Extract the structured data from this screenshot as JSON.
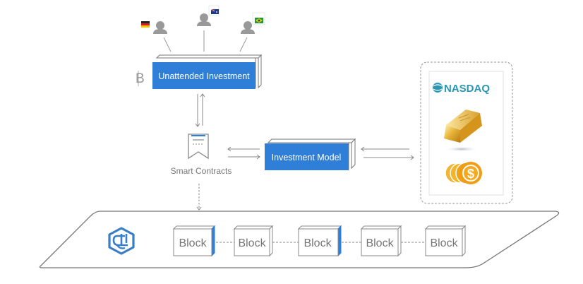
{
  "diagram": {
    "investors": [
      {
        "name": "investor-germany",
        "flag": "Germany"
      },
      {
        "name": "investor-australia",
        "flag": "Australia"
      },
      {
        "name": "investor-brazil",
        "flag": "Brazil"
      }
    ],
    "bitcoin_symbol": "B",
    "unattended_investment": {
      "label": "Unattended Investment"
    },
    "smart_contracts": {
      "label": "Smart Contracts"
    },
    "investment_model": {
      "label": "Investment Model"
    },
    "assets": {
      "items": [
        "NASDAQ",
        "Gold",
        "Dollar coins"
      ],
      "nasdaq_label": "NASDAQ",
      "dollar_symbol": "$"
    },
    "chain_logo": "hexagon-chain-logo",
    "blocks": [
      {
        "label": "Block",
        "highlight": true
      },
      {
        "label": "Block",
        "highlight": false
      },
      {
        "label": "Block",
        "highlight": true
      },
      {
        "label": "Block",
        "highlight": false
      },
      {
        "label": "Block",
        "highlight": false
      }
    ],
    "colors": {
      "accent": "#2f7fd8",
      "line": "#8a8a8a",
      "text_gray": "#777777",
      "logo_blue": "#3a7fc6",
      "gold": "#e9a31f",
      "nasdaq": "#2a98b5"
    }
  }
}
